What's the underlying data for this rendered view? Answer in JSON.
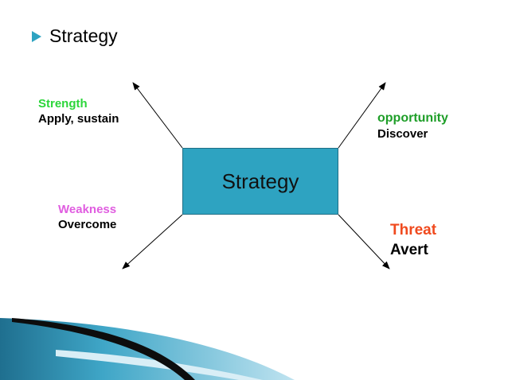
{
  "bullet": {
    "text": "Strategy",
    "icon": "triangle-bullet-icon",
    "color": "#2ea3c1"
  },
  "center": {
    "label": "Strategy",
    "fill": "#2ea3c1"
  },
  "quadrants": {
    "strength": {
      "heading": "Strength",
      "action": "Apply, sustain",
      "color": "#2bd63a"
    },
    "opportunity": {
      "heading": "opportunity",
      "action": "Discover",
      "color": "#1e9e28"
    },
    "weakness": {
      "heading": "Weakness",
      "action": "Overcome",
      "color": "#e05de0"
    },
    "threat": {
      "heading": "Threat",
      "action": "Avert",
      "color": "#f04a1e"
    }
  }
}
